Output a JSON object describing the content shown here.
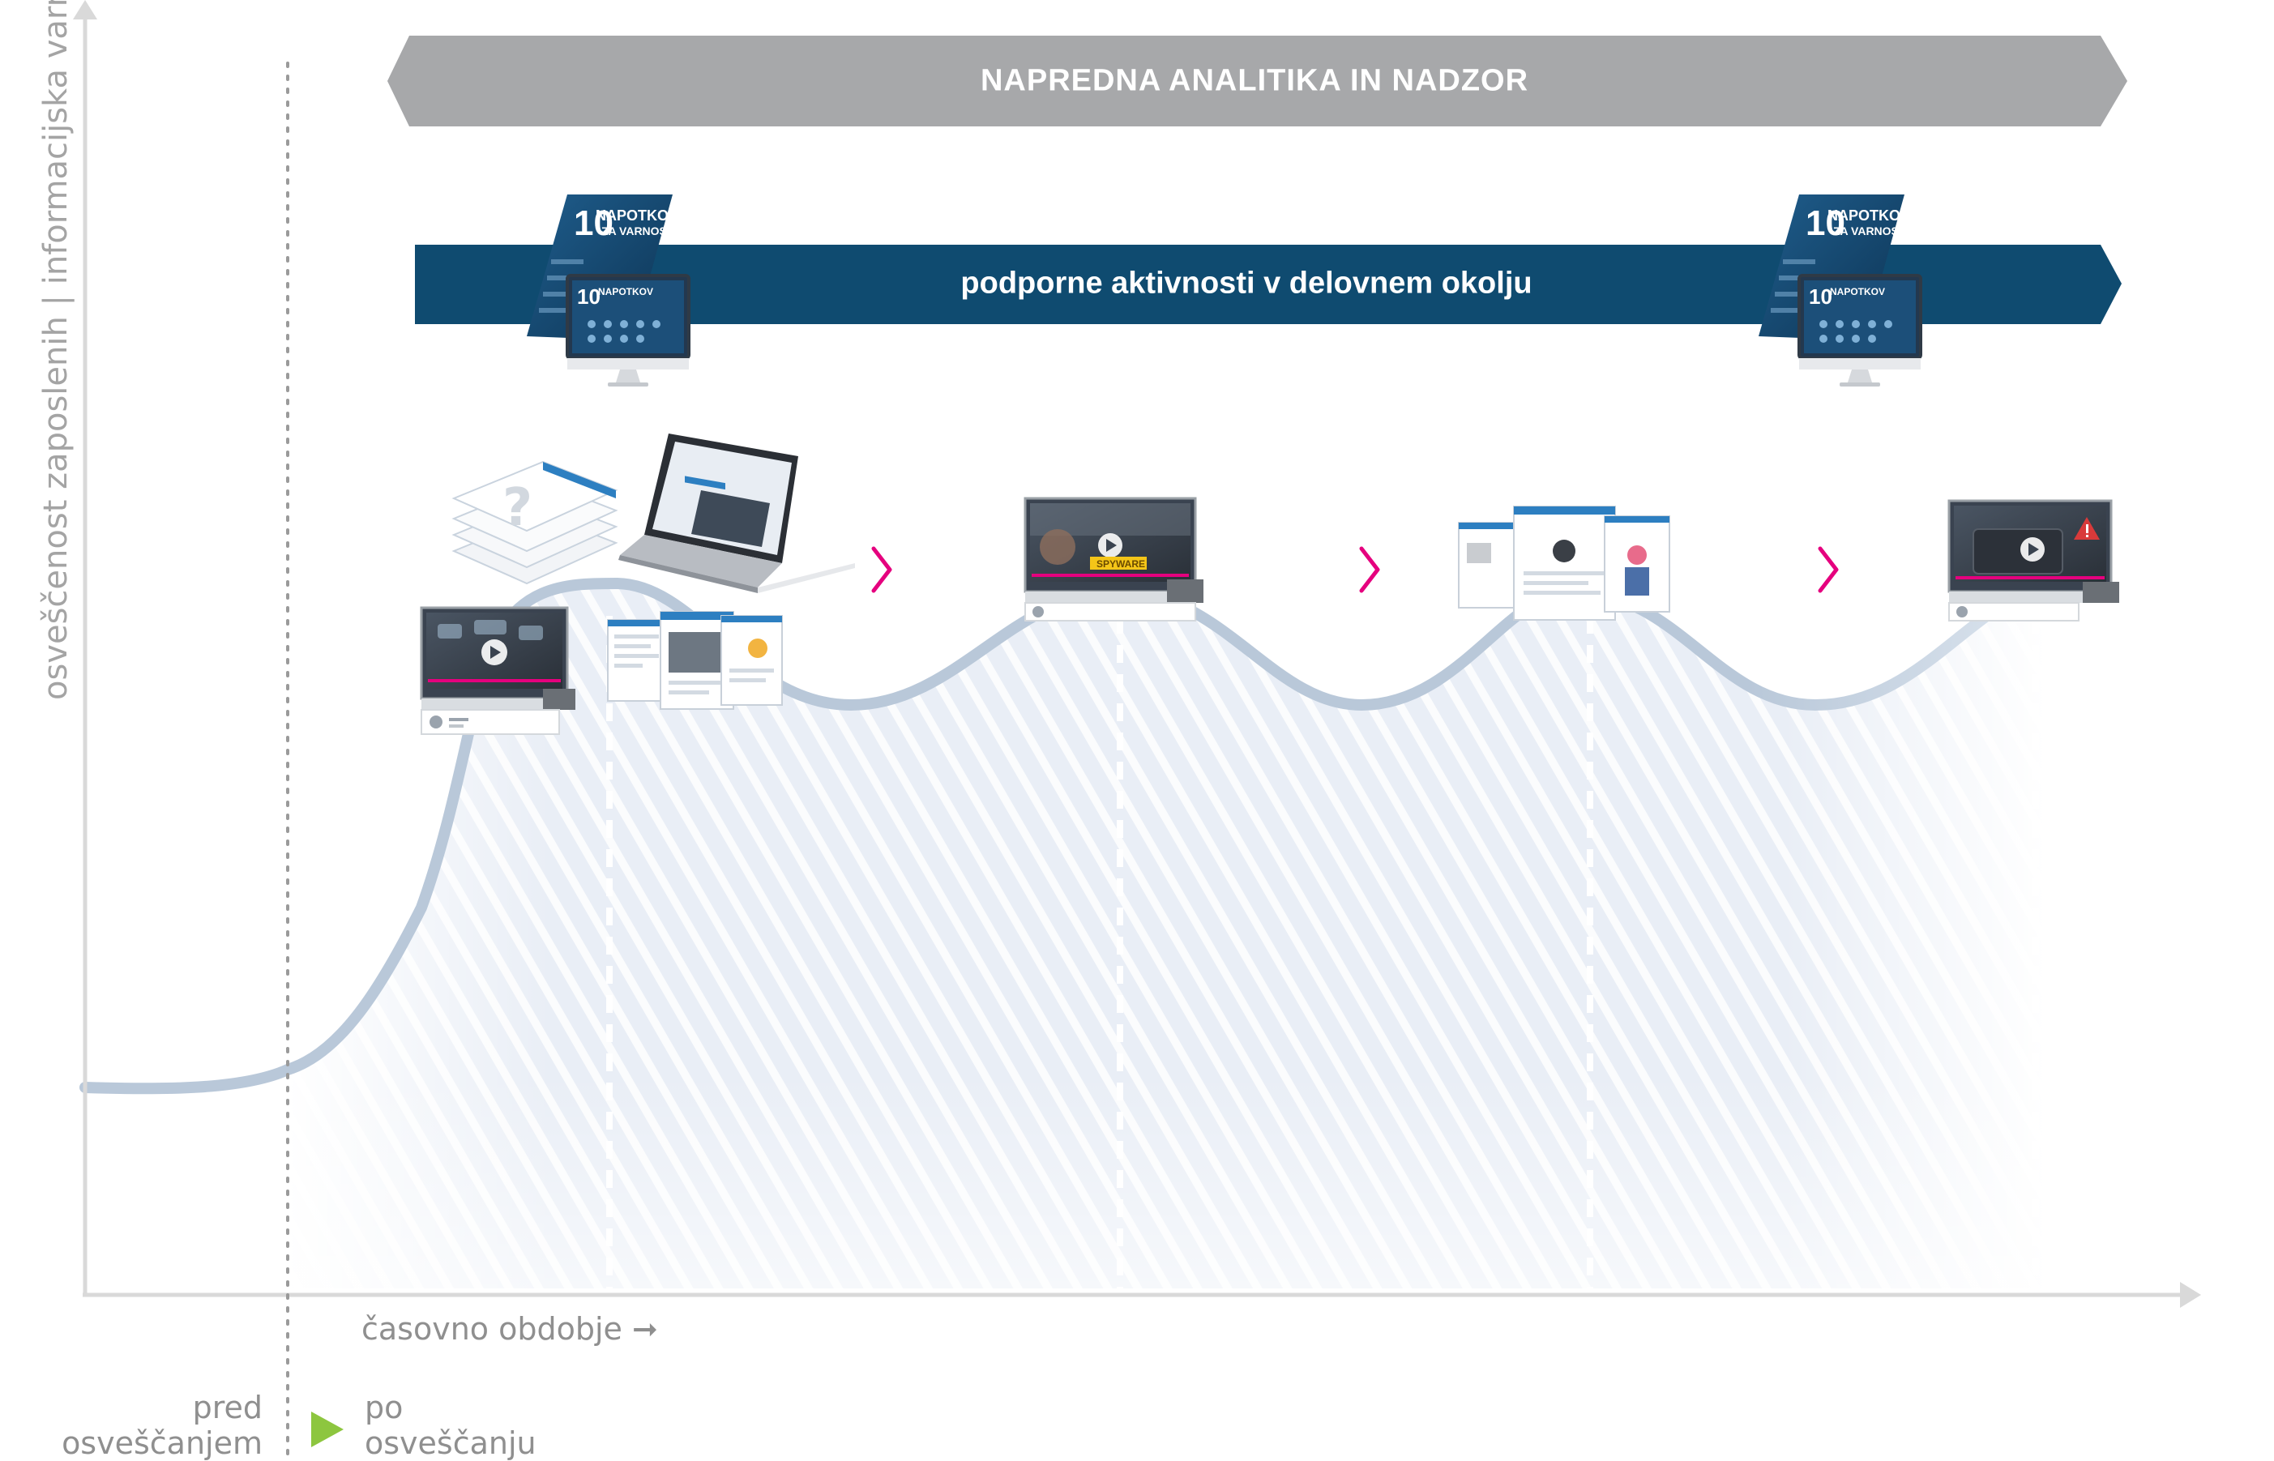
{
  "diagram": {
    "top_band": "NAPREDNA ANALITIKA IN NADZOR",
    "support_band": "podporne aktivnosti v delovnem okolju",
    "y_axis_label": "osveščenost zaposlenih | informacijska varnost",
    "x_axis_label": "časovno obdobje ➞",
    "phase_before": [
      "pred",
      "osveščanjem"
    ],
    "phase_after": [
      "po",
      "osveščanju"
    ],
    "booklet": {
      "number": "10",
      "title": "NAPOTKOV",
      "subtitle": "ZA VARNOST"
    },
    "video_badge": "SPYWARE",
    "colors": {
      "top_band": "#a7a8aa",
      "support_band": "#0f4b70",
      "curve": "#b9c8d9",
      "area_fill": "#e8eef6",
      "chevron": "#e5007e",
      "phase_marker": "#8dc63f",
      "axis": "#d9d9d9"
    },
    "icons": [
      "booklet-monitor-icon",
      "quiz-pages-icon",
      "laptop-icon",
      "video-player-icon",
      "web-pages-icon",
      "chevron-right-icon",
      "warning-icon"
    ]
  }
}
